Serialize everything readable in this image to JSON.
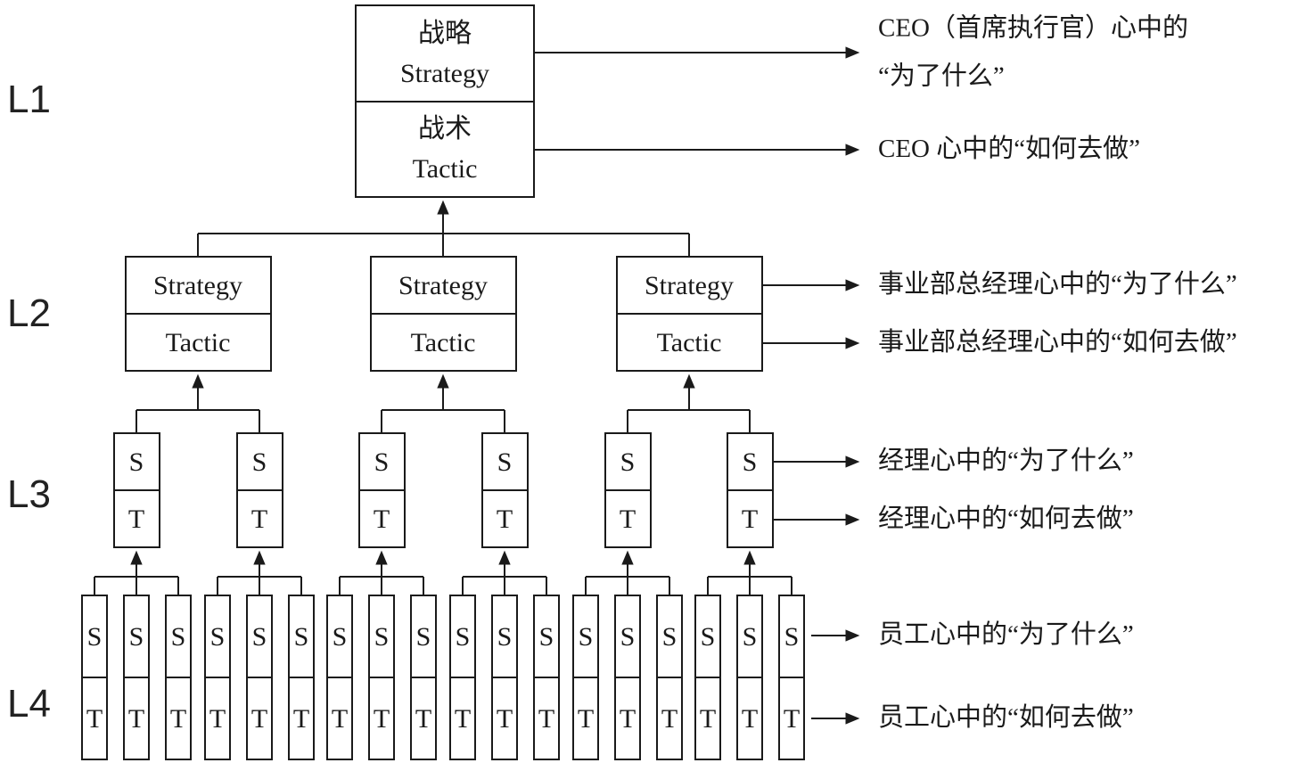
{
  "diagram": {
    "background_color": "#ffffff",
    "line_color": "#1a1a1a"
  },
  "level_labels": [
    "L1",
    "L2",
    "L3",
    "L4"
  ],
  "l1_box": {
    "strategy_cn": "战略",
    "strategy_en": "Strategy",
    "tactic_cn": "战术",
    "tactic_en": "Tactic"
  },
  "l2_boxes": {
    "count": 3,
    "strategy_label": "Strategy",
    "tactic_label": "Tactic"
  },
  "l3_boxes": {
    "count": 6,
    "strategy_label": "S",
    "tactic_label": "T"
  },
  "l4_boxes": {
    "count": 18,
    "strategy_label": "S",
    "tactic_label": "T"
  },
  "annotations": [
    {
      "level": "L1",
      "row": "strategy",
      "lines": [
        "CEO（首席执行官）心中的",
        "“为了什么”"
      ]
    },
    {
      "level": "L1",
      "row": "tactic",
      "lines": [
        "CEO 心中的“如何去做”"
      ]
    },
    {
      "level": "L2",
      "row": "strategy",
      "lines": [
        "事业部总经理心中的“为了什么”"
      ]
    },
    {
      "level": "L2",
      "row": "tactic",
      "lines": [
        "事业部总经理心中的“如何去做”"
      ]
    },
    {
      "level": "L3",
      "row": "strategy",
      "lines": [
        "经理心中的“为了什么”"
      ]
    },
    {
      "level": "L3",
      "row": "tactic",
      "lines": [
        "经理心中的“如何去做”"
      ]
    },
    {
      "level": "L4",
      "row": "strategy",
      "lines": [
        "员工心中的“为了什么”"
      ]
    },
    {
      "level": "L4",
      "row": "tactic",
      "lines": [
        "员工心中的“如何去做”"
      ]
    }
  ]
}
